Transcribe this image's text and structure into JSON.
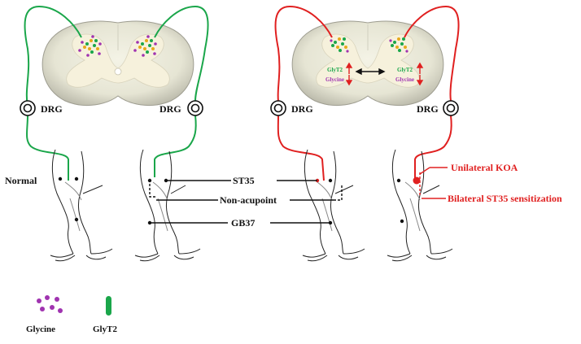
{
  "labels": {
    "normal": "Normal",
    "drg": "DRG",
    "st35": "ST35",
    "non_acupoint": "Non-acupoint",
    "gb37": "GB37",
    "unilateral_koa": "Unilateral KOA",
    "bilateral_st35": "Bilateral ST35 sensitization",
    "glyt2_small": "GlyT2",
    "glycine_small": "Glycine"
  },
  "legend": {
    "glycine": "Glycine",
    "glyt2": "GlyT2"
  },
  "colors": {
    "normal_nerve": "#1aa64a",
    "koa_nerve": "#e02020",
    "glycine_dot": "#a033b0",
    "glyt2_bar": "#1aa64a",
    "cord_white_matter": "#ecebdc",
    "cord_grey_matter": "#f6f1dc",
    "cord_outline": "#b4b3a6"
  }
}
